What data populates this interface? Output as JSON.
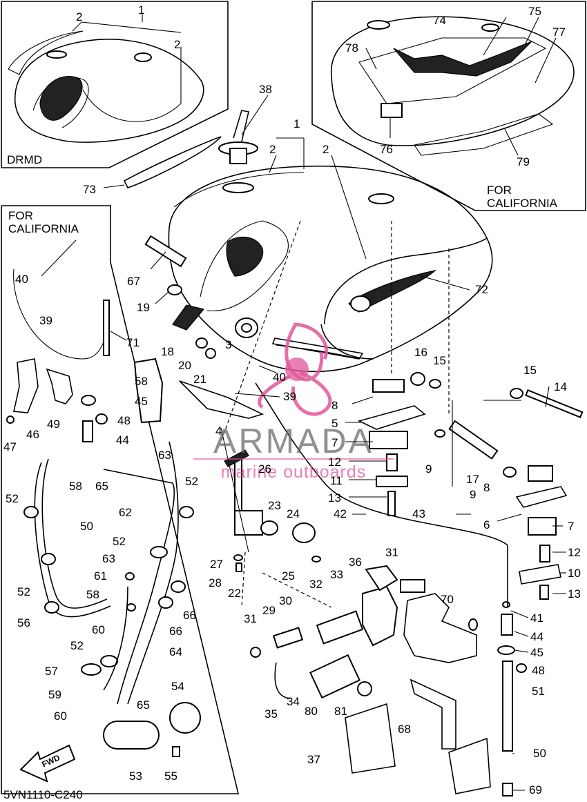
{
  "inset_top_left": {
    "label": "DRMD"
  },
  "inset_top_right": {
    "label_line1": "FOR",
    "label_line2": "CALIFORNIA"
  },
  "inset_left": {
    "label_line1": "FOR",
    "label_line2": "CALIFORNIA"
  },
  "watermark": {
    "brand": "ARMADA",
    "tagline": "marine outboards"
  },
  "diagram_code": "5VN1110-C240",
  "fwd_label": "FWD",
  "callouts": {
    "c1a": "1",
    "c2a": "2",
    "c2b": "2",
    "c74": "74",
    "c75": "75",
    "c77": "77",
    "c78": "78",
    "c76": "76",
    "c79": "79",
    "c38": "38",
    "c1": "1",
    "c2c": "2",
    "c2d": "2",
    "c73": "73",
    "c40a": "40",
    "c67": "67",
    "c72": "72",
    "c19": "19",
    "c39a": "39",
    "c71": "71",
    "c18": "18",
    "c20": "20",
    "c21": "21",
    "c3": "3",
    "c40b": "40",
    "c16": "16",
    "c15a": "15",
    "c15b": "15",
    "c14": "14",
    "c39b": "39",
    "c58a": "58",
    "c45a": "45",
    "c48a": "48",
    "c46": "46",
    "c49": "49",
    "c47": "47",
    "c44a": "44",
    "c8a": "8",
    "c5": "5",
    "c4": "4",
    "c7a": "7",
    "c9a": "9",
    "c63a": "63",
    "c12a": "12",
    "c17": "17",
    "c26": "26",
    "c11": "11",
    "c9b": "9",
    "c8b": "8",
    "c58b": "58",
    "c65a": "65",
    "c52a": "52",
    "c52b": "52",
    "c13a": "13",
    "c42": "42",
    "c43": "43",
    "c6": "6",
    "c23": "23",
    "c24": "24",
    "c62": "62",
    "c50a": "50",
    "c7b": "7",
    "c52c": "52",
    "c27": "27",
    "c12b": "12",
    "c63b": "63",
    "c28": "28",
    "c25": "25",
    "c36": "36",
    "c31a": "31",
    "c10": "10",
    "c52d": "52",
    "c61": "61",
    "c22": "22",
    "c33": "33",
    "c32": "32",
    "c13b": "13",
    "c58c": "58",
    "c66a": "66",
    "c30": "30",
    "c70": "70",
    "c56": "56",
    "c60a": "60",
    "c66b": "66",
    "c31b": "31",
    "c29": "29",
    "c41": "41",
    "c44b": "44",
    "c52e": "52",
    "c64": "64",
    "c45b": "45",
    "c57": "57",
    "c48b": "48",
    "c59": "59",
    "c51": "51",
    "c54": "54",
    "c60b": "60",
    "c65b": "65",
    "c35": "35",
    "c34": "34",
    "c80": "80",
    "c81": "81",
    "c68": "68",
    "c50b": "50",
    "c53": "53",
    "c55": "55",
    "c37": "37",
    "c69": "69"
  },
  "colors": {
    "line": "#000000",
    "background": "#ffffff",
    "watermark": "#e1569a",
    "watermark_text": "#6b6b6b"
  }
}
